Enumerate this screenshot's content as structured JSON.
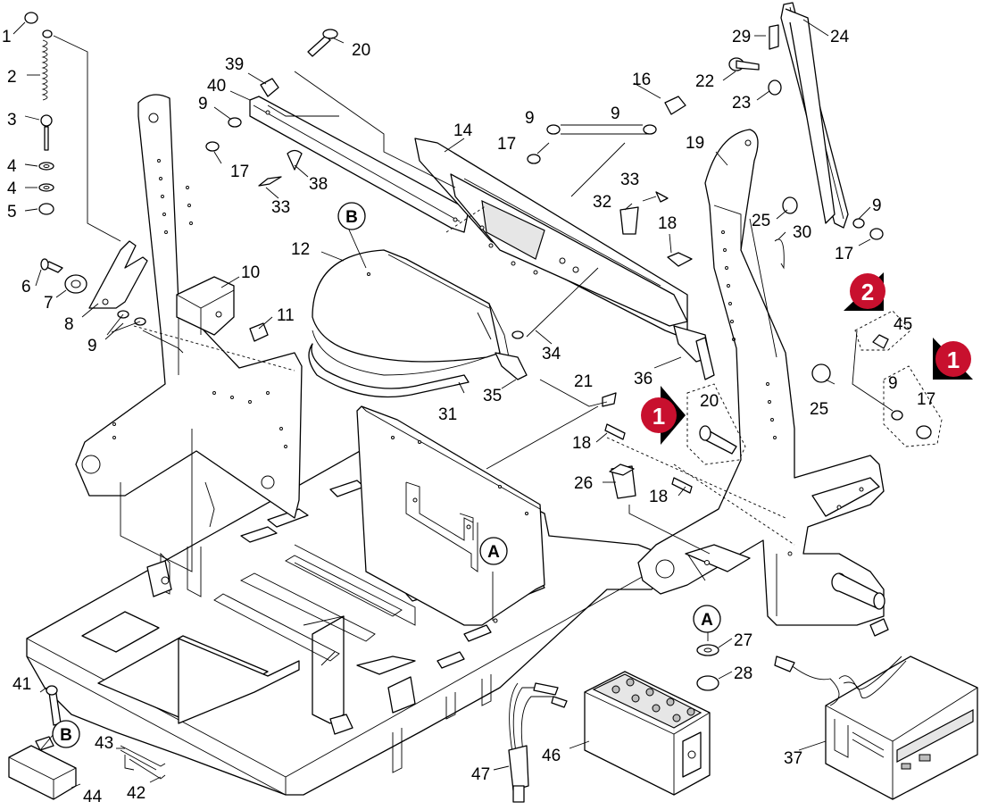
{
  "diagram": {
    "part_numbers": [
      "1",
      "2",
      "3",
      "4",
      "4",
      "5",
      "6",
      "7",
      "8",
      "9",
      "10",
      "11",
      "12",
      "9",
      "17",
      "39",
      "40",
      "20",
      "33",
      "38",
      "14",
      "9",
      "9",
      "17",
      "16",
      "32",
      "33",
      "18",
      "22",
      "23",
      "29",
      "24",
      "19",
      "25",
      "30",
      "9",
      "17",
      "45",
      "25",
      "9",
      "17",
      "34",
      "35",
      "36",
      "21",
      "31",
      "18",
      "20",
      "26",
      "18",
      "27",
      "28",
      "41",
      "43",
      "42",
      "44",
      "46",
      "47",
      "37"
    ],
    "callouts": [
      "B",
      "B",
      "A",
      "A"
    ],
    "badges": [
      "1",
      "2",
      "1"
    ]
  }
}
